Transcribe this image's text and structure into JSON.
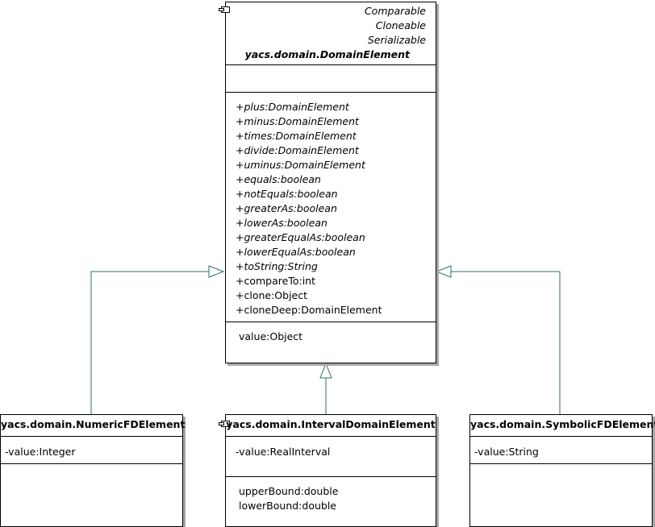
{
  "parent": {
    "interfaces": [
      "Comparable",
      "Cloneable",
      "Serializable"
    ],
    "name": "yacs.domain.DomainElement",
    "abstract_methods": [
      "+plus:DomainElement",
      "+minus:DomainElement",
      "+times:DomainElement",
      "+divide:DomainElement",
      "+uminus:DomainElement",
      "+equals:boolean",
      "+notEquals:boolean",
      "+greaterAs:boolean",
      "+lowerAs:boolean",
      "+greaterEqualAs:boolean",
      "+lowerEqualAs:boolean",
      "+toString:String"
    ],
    "methods": [
      "+compareTo:int",
      "+clone:Object",
      "+cloneDeep:DomainElement"
    ],
    "properties": [
      "value:Object"
    ]
  },
  "children": [
    {
      "name": "yacs.domain.NumericFDElement",
      "attributes": [
        "-value:Integer"
      ],
      "properties": []
    },
    {
      "name": "yacs.domain.IntervalDomainElement",
      "attributes": [
        "-value:RealInterval"
      ],
      "properties": [
        "upperBound:double",
        "lowerBound:double"
      ]
    },
    {
      "name": "yacs.domain.SymbolicFDElement",
      "attributes": [
        "-value:String"
      ],
      "properties": []
    }
  ],
  "colors": {
    "line": "#000000",
    "generalization_edge": "#2e6f6f",
    "shadow": "#a8a8a8"
  }
}
